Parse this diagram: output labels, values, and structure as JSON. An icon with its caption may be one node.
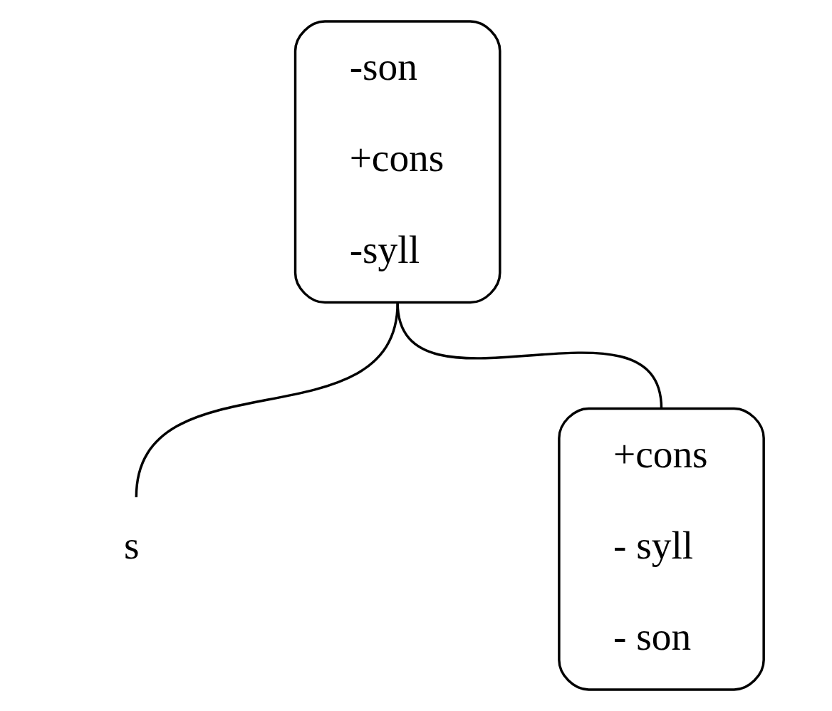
{
  "diagram": {
    "nodes": [
      {
        "text": [
          "-son",
          "+cons",
          "-syll"
        ]
      },
      {
        "text": [
          "s"
        ]
      },
      {
        "text": [
          "+cons",
          "- syll",
          "- son"
        ]
      }
    ],
    "edges": [
      {
        "from": 0,
        "to": 1,
        "arrow": "none"
      },
      {
        "from": 0,
        "to": 2,
        "arrow": "none"
      }
    ]
  }
}
